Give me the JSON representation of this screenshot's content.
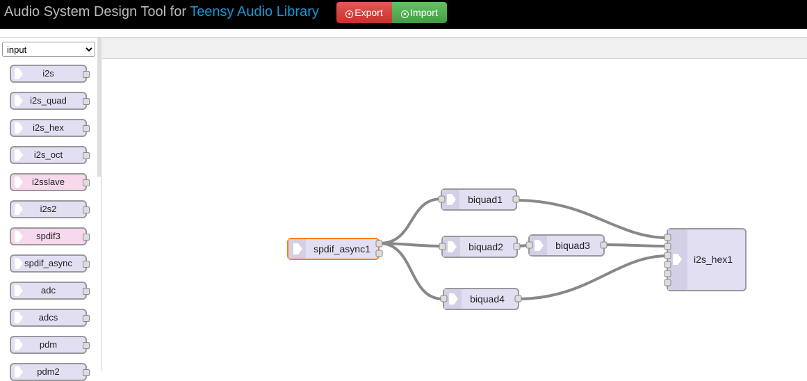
{
  "header": {
    "title_prefix": "Audio System Design Tool for ",
    "title_link": "Teensy Audio Library",
    "export_label": "Export",
    "import_label": "Import"
  },
  "sidebar": {
    "category": "input",
    "items": [
      {
        "label": "i2s",
        "color": "#e3dff3"
      },
      {
        "label": "i2s_quad",
        "color": "#e3dff3"
      },
      {
        "label": "i2s_hex",
        "color": "#e3dff3"
      },
      {
        "label": "i2s_oct",
        "color": "#e3dff3"
      },
      {
        "label": "i2sslave",
        "color": "#f8d8ec"
      },
      {
        "label": "i2s2",
        "color": "#e3dff3"
      },
      {
        "label": "spdif3",
        "color": "#f8d8ec"
      },
      {
        "label": "spdif_async",
        "color": "#e3dff3"
      },
      {
        "label": "adc",
        "color": "#e3dff3"
      },
      {
        "label": "adcs",
        "color": "#e3dff3"
      },
      {
        "label": "pdm",
        "color": "#e3dff3"
      },
      {
        "label": "pdm2",
        "color": "#e3dff3"
      }
    ]
  },
  "nodes": {
    "spdif_async1": "spdif_async1",
    "biquad1": "biquad1",
    "biquad2": "biquad2",
    "biquad3": "biquad3",
    "biquad4": "biquad4",
    "i2s_hex1": "i2s_hex1"
  },
  "colors": {
    "node_fill": "#e3dff3",
    "node_stroke": "#999999",
    "selected_stroke": "#ff7f0e",
    "wire": "#888888"
  }
}
